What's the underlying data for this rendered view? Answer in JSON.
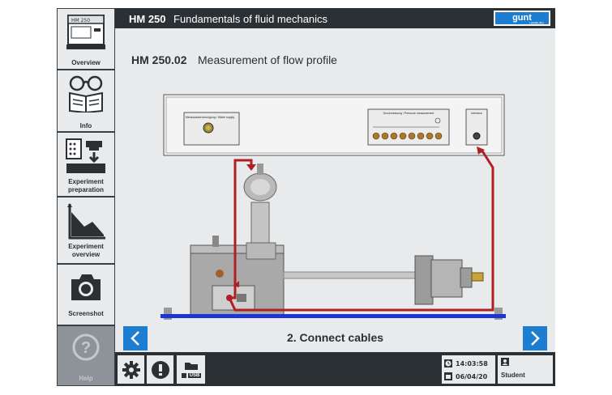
{
  "header": {
    "title_bold": "HM 250",
    "title_rest": "Fundamentals of fluid mechanics",
    "logo_text": "gunt",
    "logo_subtext": "HAMBURG"
  },
  "sidebar": {
    "items": [
      {
        "label": "Overview",
        "icon": "device-overview-icon"
      },
      {
        "label": "Info",
        "icon": "glasses-book-icon"
      },
      {
        "label": "Experiment preparation",
        "icon": "experiment-setup-icon"
      },
      {
        "label": "Experiment overview",
        "icon": "chart-area-icon"
      },
      {
        "label": "Screenshot",
        "icon": "camera-icon"
      },
      {
        "label": "Help",
        "icon": "help-icon"
      }
    ]
  },
  "main": {
    "subtitle_bold": "HM 250.02",
    "subtitle_rest": "Measurement of flow profile",
    "step_title": "2. Connect cables",
    "panel_left_label": "Messwasserversorgung / Water supply",
    "panel_mid_label": "Druckmessung / Pressure measurement",
    "panel_right_label": "Interface"
  },
  "footer": {
    "usb_label": "USB",
    "time": "14:03:58",
    "date": "06/04/20",
    "user": "Student"
  },
  "colors": {
    "accent": "#1d7ed1",
    "header_bg": "#2b3035",
    "panel_bg": "#e9eaeb",
    "cable": "#b01f24"
  }
}
